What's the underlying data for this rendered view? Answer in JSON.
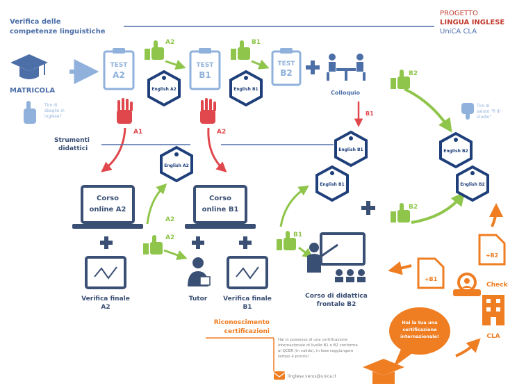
{
  "header": {
    "title_line1": "Verifica delle",
    "title_line2": "competenze linguistiche",
    "project_line1": "PROGETTO",
    "project_line2": "LINGUA INGLESE",
    "project_line3": "UniCA CLA"
  },
  "nodes": {
    "matricola": "MATRICOLA",
    "note_left_line1": "Tiro di",
    "note_left_line2": "sbaglio in",
    "note_left_line3": "inglese?",
    "test_a2_line1": "TEST",
    "test_a2_line2": "A2",
    "test_b1_line1": "TEST",
    "test_b1_line2": "B1",
    "test_b2_line1": "TEST",
    "test_b2_line2": "B2",
    "colloquio": "Colloquio",
    "strumenti_line1": "Strumenti",
    "strumenti_line2": "didattici",
    "corso_a2_line1": "Corso",
    "corso_a2_line2": "online A2",
    "corso_b1_line1": "Corso",
    "corso_b1_line2": "online B1",
    "verifica_a2_line1": "Verifica finale",
    "verifica_a2_line2": "A2",
    "tutor": "Tutor",
    "verifica_b1_line1": "Verifica finale",
    "verifica_b1_line2": "B1",
    "corso_b2_line1": "Corso di didattica",
    "corso_b2_line2": "frontale B2",
    "note_right_line1": "Tiro di",
    "note_right_line2": "saluto \"fi di",
    "note_right_line3": "studio\"",
    "check": "Check",
    "cla": "CLA",
    "doc_left": "+B1",
    "doc_right": "+B2",
    "ricon_line1": "Riconoscimento",
    "ricon_line2": "certificazioni",
    "ricon_text_line1": "Hai in possesso di una certificazione",
    "ricon_text_line2": "internazionale di livello B1 o B2 conforme",
    "ricon_text_line3": "al QCER (in valido), in fase reggiungere",
    "ricon_text_line4": "tempo e pronto!",
    "bubble_line1": "Hai la tua una",
    "bubble_line2": "certificazione",
    "bubble_line3": "internazionale!",
    "email": "linglese.verus@unica.it"
  },
  "badges": {
    "a2": "English A2",
    "b1": "English B1",
    "a2_mid": "English A2",
    "b1_right": "English B1",
    "b1_right2": "English B1",
    "b2_right": "English B2",
    "b2_right2": "English B2"
  },
  "edge_labels": {
    "a2_pass": "A2",
    "b1_pass": "B1",
    "a1_fail": "A1",
    "a2_fail": "A2",
    "b1_down": "B1",
    "b2_top": "B2",
    "a2_up": "A2",
    "a2_low": "A2",
    "b1_low": "B1",
    "b2_low": "B2"
  },
  "colors": {
    "blue": "#4d6fa8",
    "light_blue": "#8fb1dc",
    "navy": "#1e3f7a",
    "green": "#8fc54b",
    "red": "#e0474c",
    "orange": "#ef7d22",
    "dark": "#3a4f74"
  }
}
